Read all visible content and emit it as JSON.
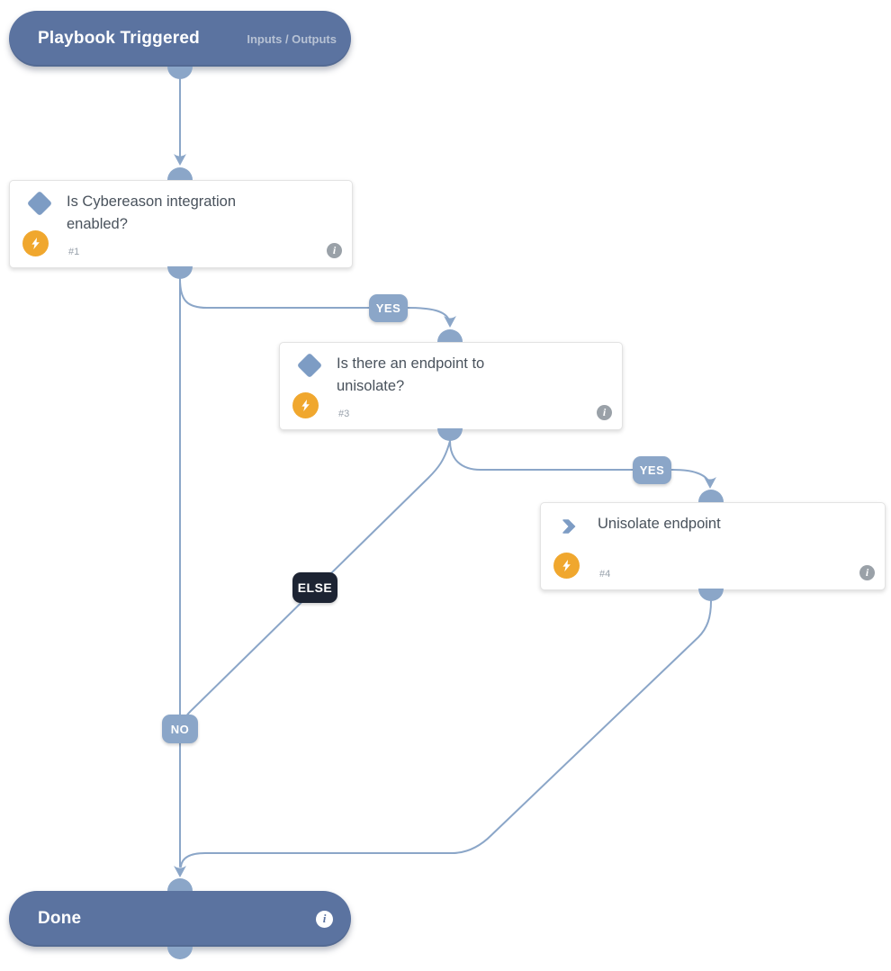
{
  "palette": {
    "pill_blue": "#5b73a0",
    "connector_blue": "#8ba6c8",
    "icon_blue": "#7d9cc4",
    "accent_orange": "#f0a72e",
    "else_dark": "#1d2433",
    "title_text": "#49525c",
    "muted_text": "#98a1ab"
  },
  "trigger": {
    "title": "Playbook Triggered",
    "io_label": "Inputs / Outputs"
  },
  "conditions": [
    {
      "title": "Is Cybereason integration enabled?",
      "task_id": "#1"
    },
    {
      "title": "Is there an endpoint to unisolate?",
      "task_id": "#3"
    }
  ],
  "task": {
    "title": "Unisolate endpoint",
    "task_id": "#4"
  },
  "done": {
    "title": "Done"
  },
  "edge_labels": {
    "yes1": "YES",
    "yes2": "YES",
    "else1": "ELSE",
    "no1": "NO"
  },
  "info_glyph": "i"
}
